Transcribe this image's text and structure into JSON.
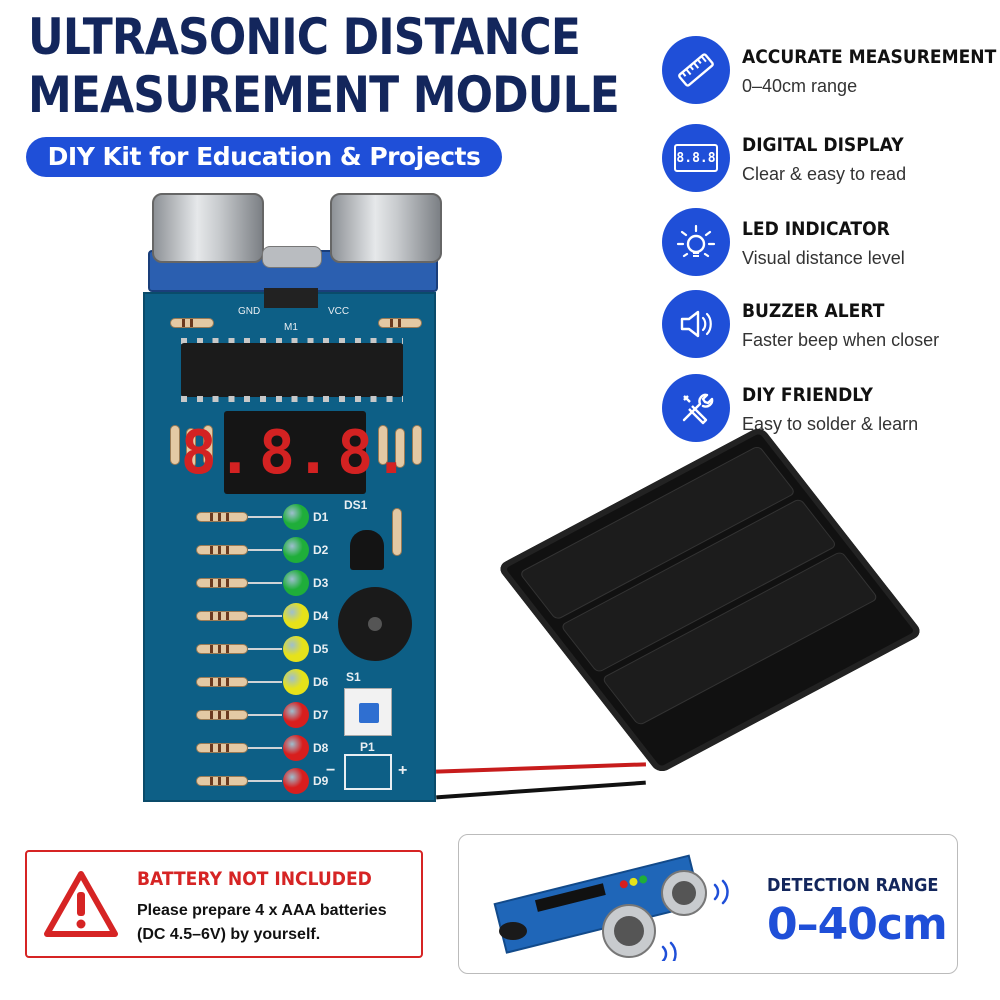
{
  "header": {
    "title_line1": "ULTRASONIC DISTANCE",
    "title_line2": "MEASUREMENT MODULE",
    "subtitle": "DIY Kit for Education & Projects"
  },
  "features": [
    {
      "icon": "ruler-icon",
      "title": "ACCURATE MEASUREMENT",
      "desc": "0–40cm range"
    },
    {
      "icon": "digital-display-icon",
      "title": "DIGITAL DISPLAY",
      "desc": "Clear & easy to read",
      "icon_text": "8.8.8"
    },
    {
      "icon": "led-sun-icon",
      "title": "LED INDICATOR",
      "desc": "Visual distance level"
    },
    {
      "icon": "speaker-icon",
      "title": "BUZZER ALERT",
      "desc": "Faster beep when closer"
    },
    {
      "icon": "tools-icon",
      "title": "DIY FRIENDLY",
      "desc": "Easy to solder & learn"
    }
  ],
  "pcb": {
    "header_labels": {
      "gnd": "GND",
      "vcc": "VCC",
      "m1": "M1"
    },
    "display_digits": [
      "8.",
      "8.",
      "8."
    ],
    "display_label": "DS1",
    "leds": [
      {
        "label": "D1",
        "color": "#1fae3a"
      },
      {
        "label": "D2",
        "color": "#1fae3a"
      },
      {
        "label": "D3",
        "color": "#1fae3a"
      },
      {
        "label": "D4",
        "color": "#e6e21a"
      },
      {
        "label": "D5",
        "color": "#e6e21a"
      },
      {
        "label": "D6",
        "color": "#e6e21a"
      },
      {
        "label": "D7",
        "color": "#d81e1e"
      },
      {
        "label": "D8",
        "color": "#d81e1e"
      },
      {
        "label": "D9",
        "color": "#d81e1e"
      }
    ],
    "switch_label": "S1",
    "power_label": "P1",
    "minus_sign": "−",
    "plus_sign": "+"
  },
  "warning": {
    "title": "BATTERY NOT INCLUDED",
    "line1": "Please prepare 4 x AAA batteries",
    "line2": "(DC 4.5–6V) by yourself."
  },
  "range": {
    "title": "DETECTION RANGE",
    "value": "0–40cm"
  },
  "colors": {
    "navy": "#13265c",
    "accent_blue": "#1f4fd8",
    "warning_red": "#d62424",
    "pcb_blue": "#0d5f86"
  }
}
